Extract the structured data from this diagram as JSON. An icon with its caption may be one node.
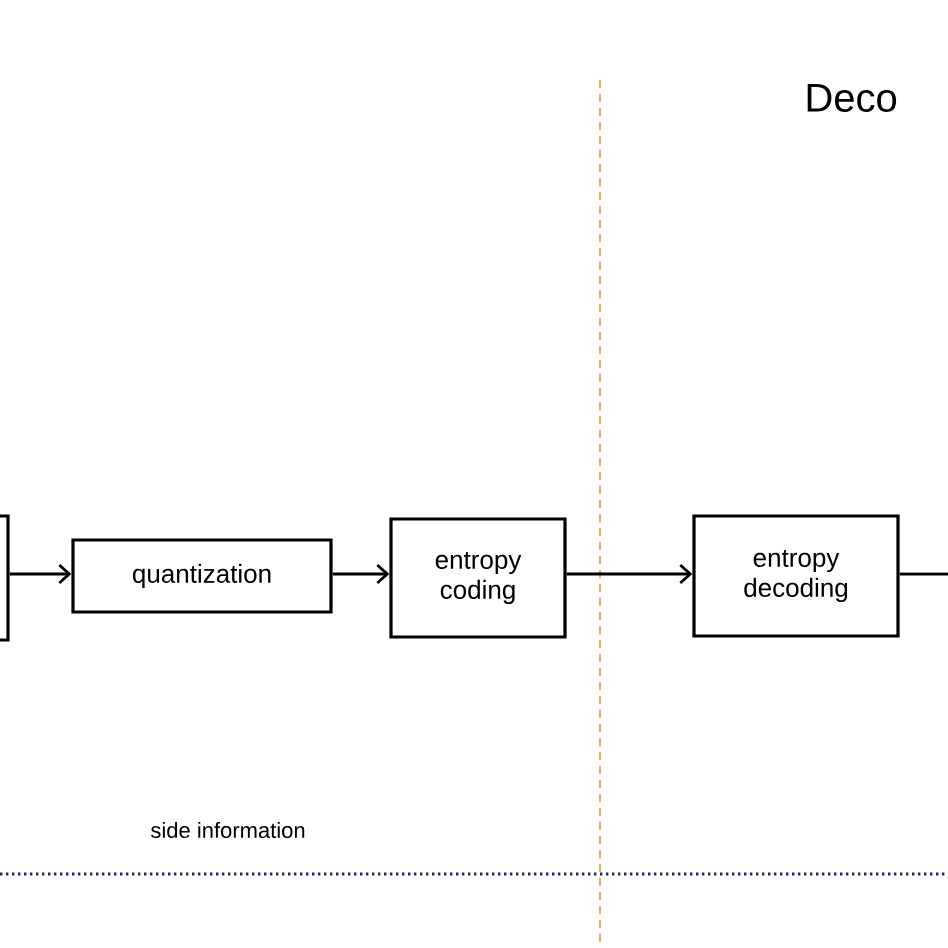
{
  "diagram": {
    "nodes": [
      {
        "text": [],
        "shape": "box"
      },
      {
        "text": [
          "quantization"
        ]
      },
      {
        "text": [
          "entropy coding"
        ]
      },
      {
        "text": [
          "entropy decoding"
        ]
      }
    ],
    "edges": [
      {
        "from": 0,
        "to": 1,
        "arrow": "to"
      },
      {
        "from": 1,
        "to": 2,
        "arrow": "to"
      },
      {
        "from": 2,
        "to": 3,
        "arrow": "to"
      },
      {
        "from": 3,
        "to": null,
        "arrow": "none"
      }
    ],
    "labels": [
      "Deco",
      "side information"
    ]
  }
}
